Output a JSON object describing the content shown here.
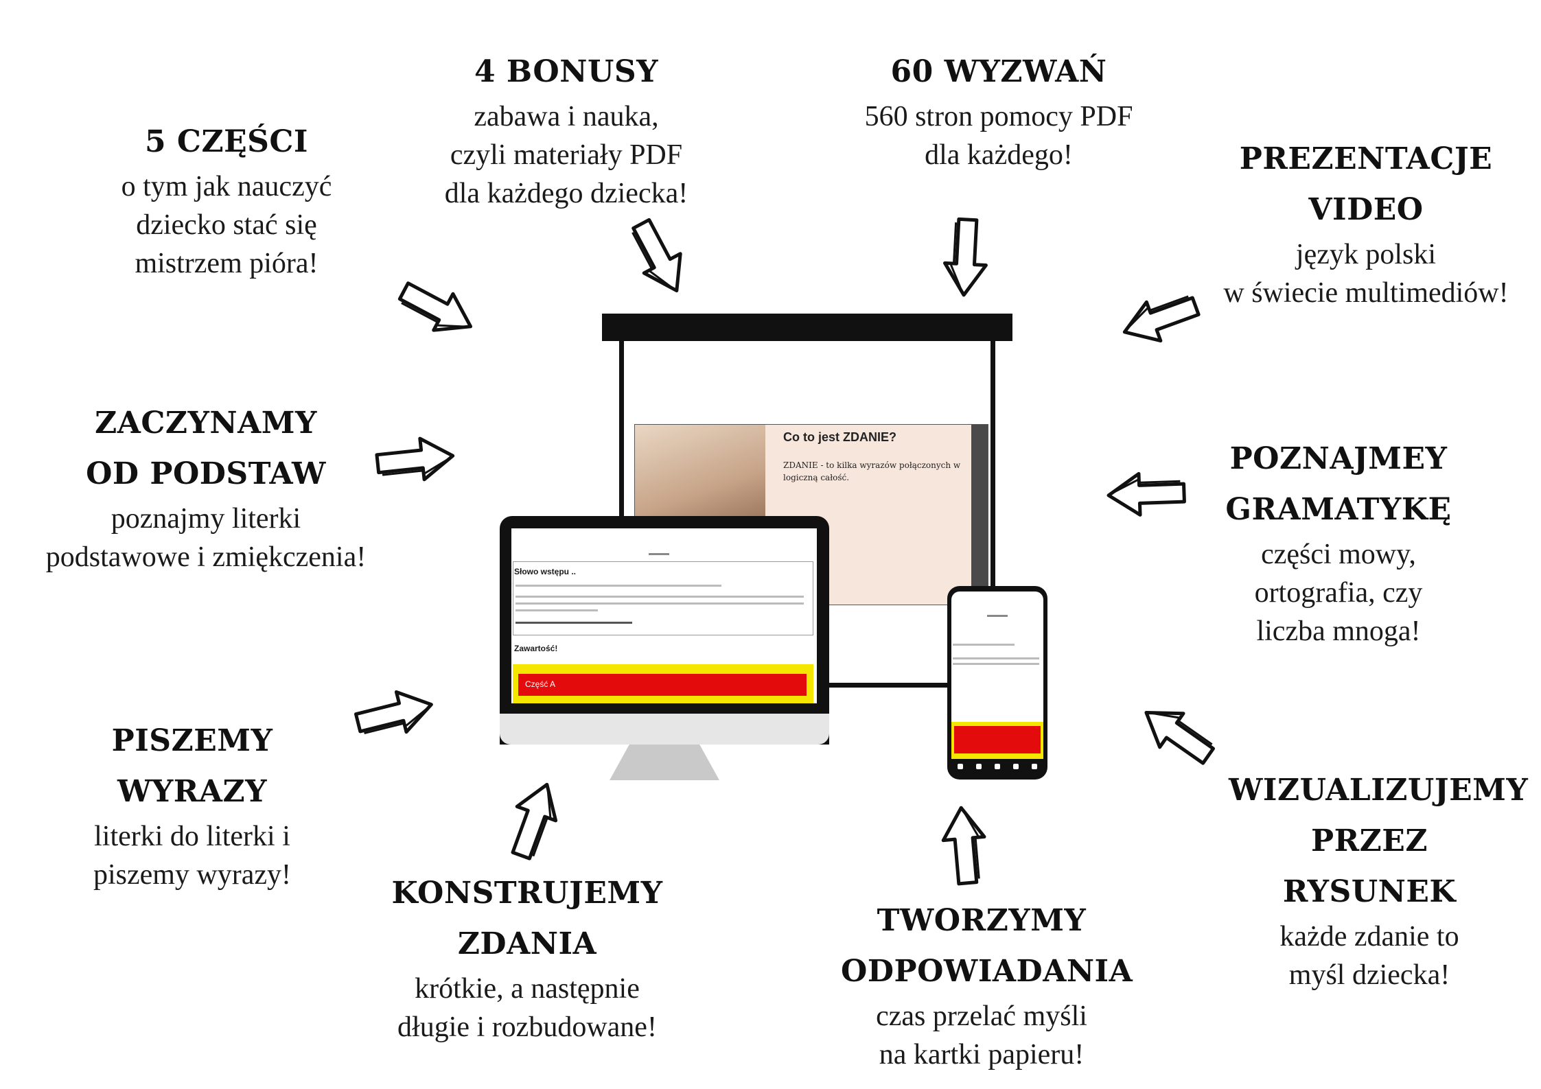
{
  "sections": {
    "czesci": {
      "heading": "5 CZĘŚCI",
      "desc": [
        "o tym jak nauczyć",
        "dziecko stać się",
        "mistrzem pióra!"
      ]
    },
    "bonusy": {
      "heading": "4 BONUSY",
      "desc": [
        "zabawa i nauka,",
        "czyli materiały PDF",
        "dla każdego dziecka!"
      ]
    },
    "wyzwan": {
      "heading": "60 WYZWAŃ",
      "desc": [
        "560 stron pomocy PDF",
        "dla każdego!"
      ]
    },
    "prezentacje": {
      "heading": [
        "PREZENTACJE",
        "VIDEO"
      ],
      "desc": [
        "język polski",
        "w świecie multimediów!"
      ]
    },
    "zaczynamy": {
      "heading": [
        "ZACZYNAMY",
        "OD PODSTAW"
      ],
      "desc": [
        "poznajmy literki",
        "podstawowe i zmiękczenia!"
      ]
    },
    "gramatyke": {
      "heading": [
        "POZNAJMEY",
        "GRAMATYKĘ"
      ],
      "desc": [
        "części mowy,",
        "ortografia, czy",
        "liczba mnoga!"
      ]
    },
    "piszemy": {
      "heading": [
        "PISZEMY",
        "WYRAZY"
      ],
      "desc": [
        "literki do literki i",
        "piszemy wyrazy!"
      ]
    },
    "wizualizujemy": {
      "heading": [
        "WIZUALIZUJEMY",
        "PRZEZ RYSUNEK"
      ],
      "desc": [
        "każde zdanie to",
        "myśl dziecka!"
      ]
    },
    "konstruujemy": {
      "heading": [
        "KONSTRUJEMY",
        "ZDANIA"
      ],
      "desc": [
        "krótkie, a następnie",
        "długie i rozbudowane!"
      ]
    },
    "tworzymy": {
      "heading": [
        "TWORZYMY",
        "ODPOWIADANIA"
      ],
      "desc": [
        "czas przelać myśli",
        "na kartki papieru!"
      ]
    }
  },
  "slide": {
    "title": "Co to jest ZDANIE?",
    "text": "ZDANIE - to kilka wyrazów połączonych w logiczną całość."
  },
  "monitor": {
    "intro_title": "Słowo wstępu ..",
    "contents_title": "Zawartość!",
    "part_label": "Część A"
  },
  "colors": {
    "accent_red": "#e30b0b",
    "accent_yellow": "#f5e600",
    "ink": "#111111"
  }
}
